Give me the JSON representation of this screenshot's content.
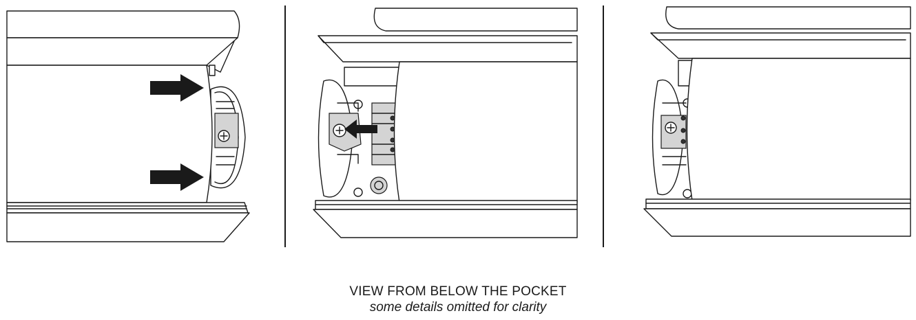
{
  "caption": {
    "title": "VIEW FROM BELOW THE POCKET",
    "subtitle": "some details omitted for clarity"
  },
  "panels": [
    {
      "step": "push-cover-onto-bracket",
      "arrows": 2,
      "arrow_direction": "right"
    },
    {
      "step": "slide-clip-into-bracket",
      "arrows": 1,
      "arrow_direction": "left"
    },
    {
      "step": "installed",
      "arrows": 0
    }
  ],
  "colors": {
    "line": "#1a1a1a",
    "fill_light": "#d4d4d4",
    "background": "#ffffff"
  }
}
